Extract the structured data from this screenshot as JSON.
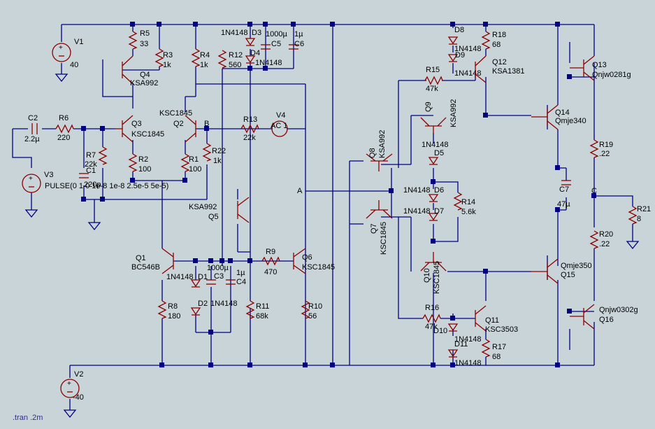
{
  "schematic": {
    "directive": ".tran .2m",
    "nodes": {
      "A": "A",
      "B": "B",
      "C": "C"
    },
    "sources": {
      "V1": {
        "name": "V1",
        "value": "40"
      },
      "V2": {
        "name": "V2",
        "value": "-40"
      },
      "V3": {
        "name": "V3",
        "value": "PULSE(0 1 0 1e-8 1e-8 2.5e-5 5e-5)"
      },
      "V4": {
        "name": "V4",
        "value": "AC 1"
      }
    },
    "resistors": {
      "R1": {
        "name": "R1",
        "value": "100"
      },
      "R2": {
        "name": "R2",
        "value": "100"
      },
      "R3": {
        "name": "R3",
        "value": "1k"
      },
      "R4": {
        "name": "R4",
        "value": "1k"
      },
      "R5": {
        "name": "R5",
        "value": "33"
      },
      "R6": {
        "name": "R6",
        "value": "220"
      },
      "R7": {
        "name": "R7",
        "value": "22k"
      },
      "R8": {
        "name": "R8",
        "value": "180"
      },
      "R9": {
        "name": "R9",
        "value": "470"
      },
      "R10": {
        "name": "R10",
        "value": "56"
      },
      "R11": {
        "name": "R11",
        "value": "68k"
      },
      "R12": {
        "name": "R12",
        "value": "560"
      },
      "R13": {
        "name": "R13",
        "value": "22k"
      },
      "R14": {
        "name": "R14",
        "value": "5.6k"
      },
      "R15": {
        "name": "R15",
        "value": "47k"
      },
      "R16": {
        "name": "R16",
        "value": "47k"
      },
      "R17": {
        "name": "R17",
        "value": "68"
      },
      "R18": {
        "name": "R18",
        "value": "68"
      },
      "R19": {
        "name": "R19",
        "value": ".22"
      },
      "R20": {
        "name": "R20",
        "value": ".22"
      },
      "R21": {
        "name": "R21",
        "value": "8"
      },
      "R22": {
        "name": "R22",
        "value": "1k"
      }
    },
    "capacitors": {
      "C1": {
        "name": "C1",
        "value": "220p"
      },
      "C2": {
        "name": "C2",
        "value": "2.2µ"
      },
      "C3": {
        "name": "C3",
        "value": "1000µ"
      },
      "C4": {
        "name": "C4",
        "value": "1µ"
      },
      "C5": {
        "name": "C5",
        "value": "1000µ"
      },
      "C6": {
        "name": "C6",
        "value": "1µ"
      },
      "C7": {
        "name": "C7",
        "value": "47µ"
      }
    },
    "diodes": {
      "D1": {
        "name": "D1",
        "value": "1N4148"
      },
      "D2": {
        "name": "D2",
        "value": "1N4148"
      },
      "D3": {
        "name": "D3",
        "value": "1N4148"
      },
      "D4": {
        "name": "D4",
        "value": "1N4148"
      },
      "D5": {
        "name": "D5",
        "value": "1N4148"
      },
      "D6": {
        "name": "D6",
        "value": "1N4148"
      },
      "D7": {
        "name": "D7",
        "value": "1N4148"
      },
      "D8": {
        "name": "D8",
        "value": "1N4148"
      },
      "D9": {
        "name": "D9",
        "value": "1N4148"
      },
      "D10": {
        "name": "D10",
        "value": "1N4148"
      },
      "D11": {
        "name": "D11",
        "value": "1N4148"
      }
    },
    "transistors": {
      "Q1": {
        "name": "Q1",
        "value": "BC546B"
      },
      "Q2": {
        "name": "Q2",
        "value": "KSC1845"
      },
      "Q3": {
        "name": "Q3",
        "value": "KSC1845"
      },
      "Q4": {
        "name": "Q4",
        "value": "KSA992"
      },
      "Q5": {
        "name": "Q5",
        "value": "KSA992"
      },
      "Q6": {
        "name": "Q6",
        "value": "KSC1845"
      },
      "Q7": {
        "name": "Q7",
        "value": "KSC1845"
      },
      "Q8": {
        "name": "Q8",
        "value": "KSA992"
      },
      "Q9": {
        "name": "Q9",
        "value": "KSA992"
      },
      "Q10": {
        "name": "Q10",
        "value": "KSC1845"
      },
      "Q11": {
        "name": "Q11",
        "value": "KSC3503"
      },
      "Q12": {
        "name": "Q12",
        "value": "KSA1381"
      },
      "Q13": {
        "name": "Q13",
        "value": "Qnjw0281g"
      },
      "Q14": {
        "name": "Q14",
        "value": "Qmje340"
      },
      "Q15": {
        "name": "Q15",
        "value": "Qmje350"
      },
      "Q16": {
        "name": "Q16",
        "value": "Qnjw0302g"
      }
    }
  }
}
